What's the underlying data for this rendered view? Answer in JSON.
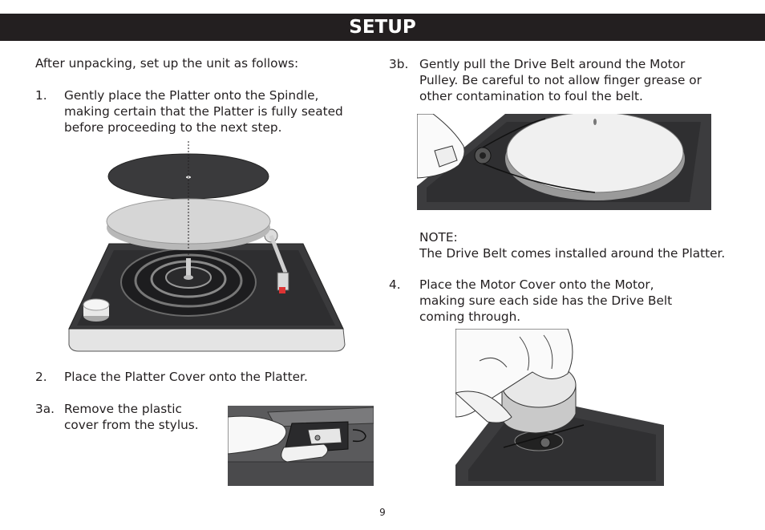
{
  "header": {
    "title": "SETUP"
  },
  "left": {
    "intro": "After unpacking, set up the unit as follows:",
    "step1": {
      "num": "1.",
      "lines": [
        "Gently place the Platter onto the Spindle,",
        "making certain that the Platter is fully seated",
        "before proceeding to the next step."
      ]
    },
    "step2": {
      "num": "2.",
      "text": "Place the Platter Cover onto the Platter."
    },
    "step3a": {
      "num": "3a.",
      "lines": [
        "Remove the plastic",
        "cover from the stylus."
      ]
    }
  },
  "right": {
    "step3b": {
      "num": "3b.",
      "lines": [
        "Gently pull the Drive Belt around the Motor",
        "Pulley. Be careful to not allow finger grease or",
        "other contamination to foul the belt."
      ]
    },
    "note": {
      "label": "NOTE:",
      "text": "The Drive Belt comes installed around the Platter."
    },
    "step4": {
      "num": "4.",
      "lines": [
        "Place the Motor Cover onto the Motor,",
        "making sure each side has the Drive Belt",
        "coming through."
      ]
    }
  },
  "footer": {
    "page_number": "9"
  }
}
